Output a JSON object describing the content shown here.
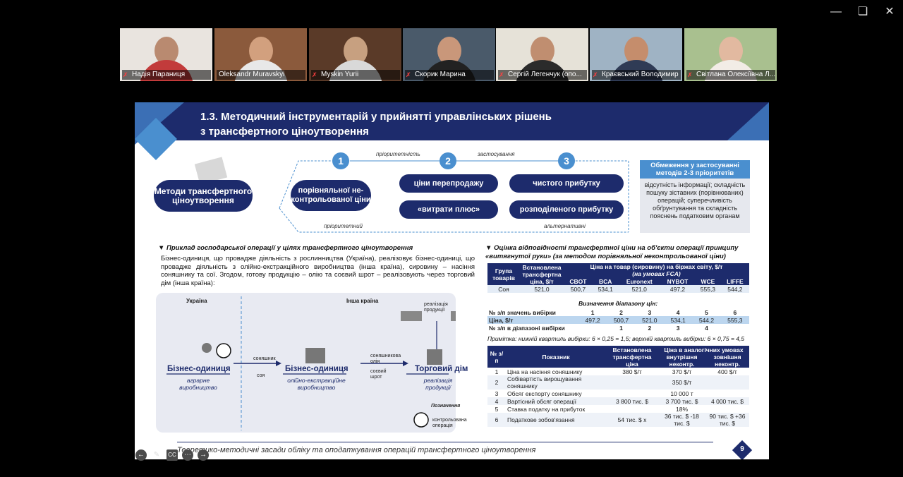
{
  "participants": [
    {
      "name": "Надія Параниця",
      "muted": true
    },
    {
      "name": "Oleksandr Muravskyi",
      "muted": false,
      "active": true
    },
    {
      "name": "Myskin Yurii",
      "muted": true
    },
    {
      "name": "Скорик Марина",
      "muted": true
    },
    {
      "name": "Сергій Легенчук (опо...",
      "muted": true
    },
    {
      "name": "Краєвський Володимир",
      "muted": true
    },
    {
      "name": "Світлана Олексіївна Л...",
      "muted": true
    }
  ],
  "slide": {
    "title_line1": "1.3. Методичний інструментарій у прийнятті управлінських рішень",
    "title_line2": "з трансфертного ціноутворення",
    "methods_label": "Методи трансфертного ціноутворення",
    "method1": "порівняльної не-контрольованої ціни",
    "method2": "ціни перепродажу",
    "method3": "«витрати плюс»",
    "method4": "чистого прибутку",
    "method5": "розподіленого прибутку",
    "num1": "1",
    "num2": "2",
    "num3": "3",
    "lbl_priority": "пріоритетність",
    "lbl_application": "застосування",
    "lbl_priority2": "пріоритетний",
    "lbl_alternative": "альтернативні",
    "limits_title": "Обмеження у застосуванні методів 2-3 пріоритетів",
    "limits_text": "відсутність інформації; складність пошуку зіставних (порівнюваних) операцій; суперечливість обґрунтування та складність пояснень податковим органам",
    "example_title": "▼ Приклад господарської операції у цілях трансфертного ціноутворення",
    "example_text": "Бізнес-одиниця, що провадже діяльність з рослинництва (Україна), реалізовує бізнес-одиниці, що провадже діяльність з олійно-екстракційного виробництва (інша країна), сировину – насіння соняшнику та сої. Згодом, готову продукцію – олію та соєвий шрот – реалізовують через торговий дім (інша країна):",
    "map_ukraine": "Україна",
    "map_other": "Інша країна",
    "unit1": "Бізнес-одиниця",
    "unit1_sub": "аграрне виробництво",
    "unit2": "Бізнес-одиниця",
    "unit2_sub": "олійно-екстракційне виробництво",
    "unit3": "Торговий дім",
    "unit3_sub": "реалізація продукції",
    "sunflower": "соняшник",
    "soy": "соя",
    "sunoil": "соняшникова олія",
    "soymeal": "соєвий шрот",
    "sales": "реалізація продукції",
    "legend_title": "Позначення",
    "legend_item": "контрольована операція",
    "assess_title": "▼ Оцінка відповідності трансфертної ціни на об'єкти операції принципу «витягнутої руки» (за методом порівняльної неконтрольованої ціни)",
    "t1_h_group": "Група товарів",
    "t1_h_transfer": "Встановлена трансфертна ціна, $/т",
    "t1_h_exch": "Ціна на товар (сировину) на біржах світу, $/т",
    "t1_h_fca": "(на умовах FCA)",
    "t1_exchanges": [
      "CBOT",
      "BCA",
      "Euronext",
      "NYBOT",
      "WCE",
      "LIFFE"
    ],
    "t1_row": [
      "Соя",
      "521,0",
      "500,7",
      "534,1",
      "521,0",
      "497,2",
      "555,3",
      "544,2"
    ],
    "range_title": "Визначення діапазону цін:",
    "range_rows": [
      {
        "label": "№ з/п значень вибірки",
        "vals": [
          "1",
          "2",
          "3",
          "4",
          "5",
          "6"
        ]
      },
      {
        "label": "Ціна, $/т",
        "vals": [
          "497,2",
          "500,7",
          "521,0",
          "534,1",
          "544,2",
          "555,3"
        ]
      },
      {
        "label": "№ з/п в діапазоні вибірки",
        "vals": [
          "",
          "1",
          "2",
          "3",
          "4",
          ""
        ]
      }
    ],
    "note": "Примітка: нижній квартиль вибірки: 6 × 0,25 = 1,5; верхній квартиль вибірки: 6 × 0,75 = 4,5",
    "t3_h_no": "№ з/п",
    "t3_h_ind": "Показник",
    "t3_h_tp": "Встановлена трансфертна ціна",
    "t3_h_anal": "Ціна в аналогічних умовах",
    "t3_h_int": "внутрішня неконтр.",
    "t3_h_ext": "зовнішня неконтр.",
    "t3_rows": [
      [
        "1",
        "Ціна на насіння соняшнику",
        "380 $/т",
        "370 $/т",
        "400 $/т"
      ],
      [
        "2",
        "Собівартість вирощування соняшнику",
        "",
        "350 $/т",
        ""
      ],
      [
        "3",
        "Обсяг експорту соняшнику",
        "",
        "10 000 т",
        ""
      ],
      [
        "4",
        "Вартісний обсяг операції",
        "3 800 тис. $",
        "3 700 тис. $",
        "4 000 тис. $"
      ],
      [
        "5",
        "Ставка податку на прибуток",
        "",
        "18%",
        ""
      ],
      [
        "6",
        "Податкове зобов'язання",
        "54 тис. $ x",
        "36 тис. $ -18 тис. $",
        "90 тис. $ +36 тис. $"
      ]
    ],
    "footer": "Теоретико-методичні засади обліку та оподаткування операцій трансфертного ціноутворення",
    "page": "9"
  },
  "controls": {
    "cc": "CC"
  }
}
